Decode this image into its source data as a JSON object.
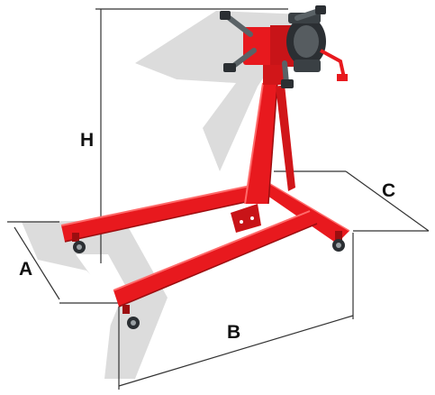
{
  "dimensions": {
    "height_label": "H",
    "width_label": "A",
    "length_label": "B",
    "depth_label": "C"
  },
  "colors": {
    "frame_red": "#e8191e",
    "frame_red_dark": "#a90f12",
    "frame_red_light": "#ff5a5a",
    "head_dark": "#2b2f33",
    "arm_grey": "#5a6266",
    "watermark_grey": "#d9d9d9",
    "dimension_line": "#333333"
  },
  "icons": {
    "watermark": "triangle-logo-watermark",
    "wheel": "caster-wheel-icon"
  }
}
